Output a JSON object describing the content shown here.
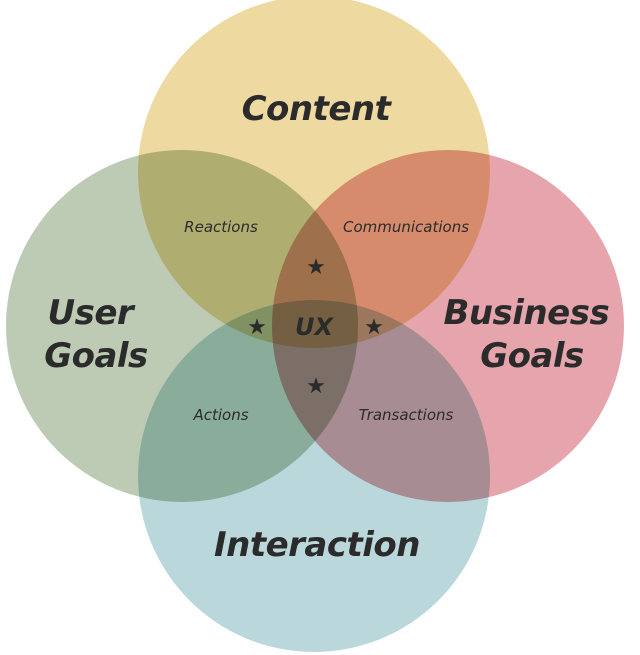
{
  "diagram": {
    "type": "venn",
    "sets": [
      {
        "id": "content",
        "label_lines": [
          "Content"
        ],
        "color": "#eed9a0"
      },
      {
        "id": "user-goals",
        "label_lines": [
          "User",
          "Goals"
        ],
        "color": "#bdcbb4"
      },
      {
        "id": "business-goals",
        "label_lines": [
          "Business",
          "Goals"
        ],
        "color": "#e6a5ac"
      },
      {
        "id": "interaction",
        "label_lines": [
          "Interaction"
        ],
        "color": "#bad8dc"
      }
    ],
    "intersections": {
      "content_user": "Reactions",
      "content_business": "Communications",
      "user_interaction": "Actions",
      "business_interaction": "Transactions"
    },
    "center": "UX",
    "star_glyph": "★",
    "text_color": "#2b2b2b"
  }
}
